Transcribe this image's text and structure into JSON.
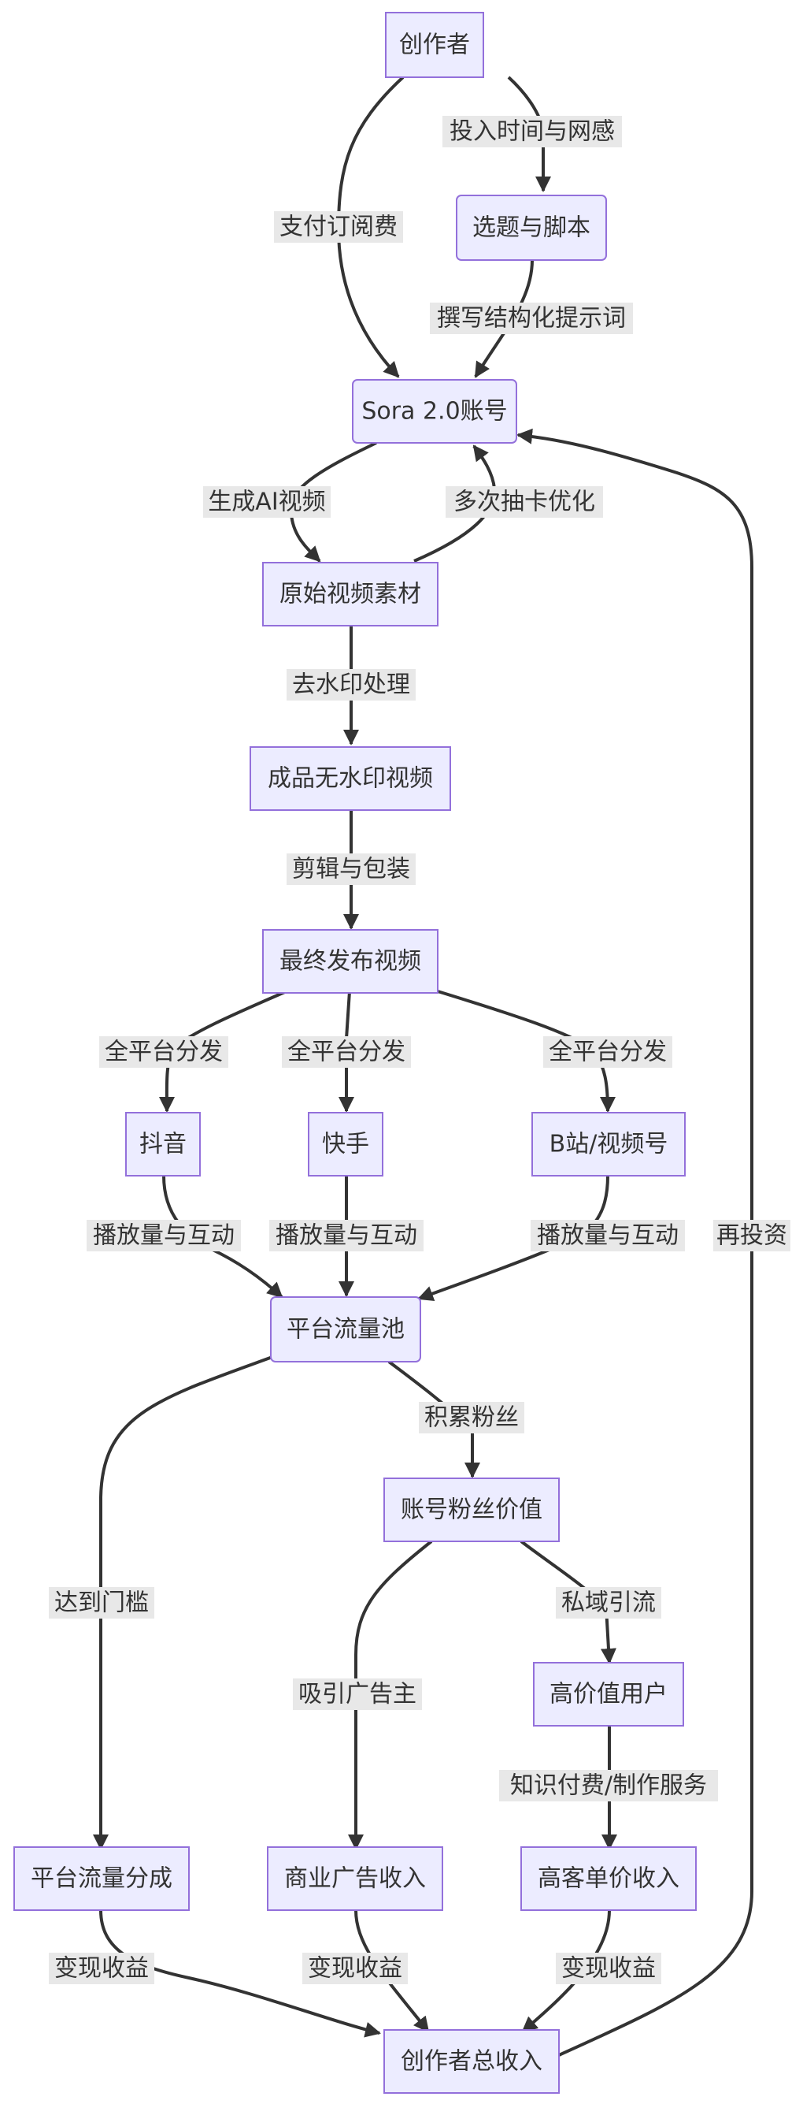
{
  "nodes": {
    "creator": "创作者",
    "script": "选题与脚本",
    "sora": "Sora 2.0账号",
    "raw": "原始视频素材",
    "clean": "成品无水印视频",
    "final": "最终发布视频",
    "douyin": "抖音",
    "kuaishou": "快手",
    "bilibili": "B站/视频号",
    "pool": "平台流量池",
    "fans": "账号粉丝价值",
    "hvuser": "高价值用户",
    "share": "平台流量分成",
    "ads": "商业广告收入",
    "highprice": "高客单价收入",
    "total": "创作者总收入"
  },
  "edge_labels": {
    "invest_time": "投入时间与网感",
    "pay_sub": "支付订阅费",
    "write_prompt": "撰写结构化提示词",
    "gen_ai": "生成AI视频",
    "retry": "多次抽卡优化",
    "dewatermark": "去水印处理",
    "edit": "剪辑与包装",
    "dist1": "全平台分发",
    "dist2": "全平台分发",
    "dist3": "全平台分发",
    "play1": "播放量与互动",
    "play2": "播放量与互动",
    "play3": "播放量与互动",
    "reinvest": "再投资",
    "accumulate": "积累粉丝",
    "threshold": "达到门槛",
    "private": "私域引流",
    "attract_ads": "吸引广告主",
    "knowledge": "知识付费/制作服务",
    "monetize1": "变现收益",
    "monetize2": "变现收益",
    "monetize3": "变现收益"
  }
}
